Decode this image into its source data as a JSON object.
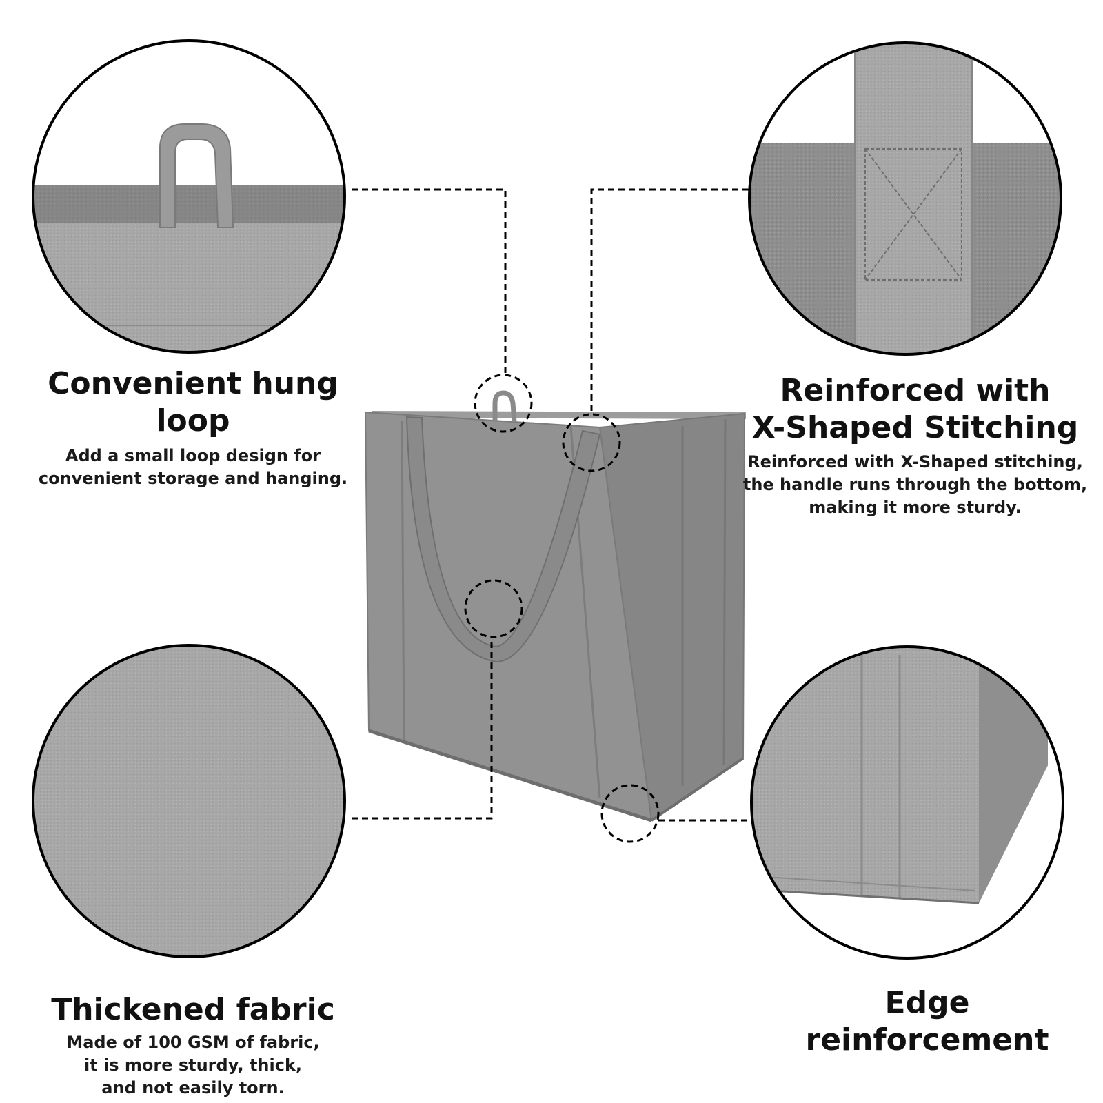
{
  "colors": {
    "fabric": "#8d8d8d",
    "fabric_dark": "#737373",
    "fabric_light": "#a5a5a5",
    "outline": "#000000",
    "background": "#ffffff"
  },
  "features": {
    "loop": {
      "title": "Convenient hung loop",
      "desc_lines": [
        "Add a small  loop  design for",
        "convenient storage and hanging."
      ]
    },
    "stitching": {
      "title_lines": [
        "Reinforced with",
        "X-Shaped Stitching"
      ],
      "desc_lines": [
        "Reinforced with X-Shaped stitching,",
        "the handle runs through the bottom,",
        "making it more sturdy."
      ]
    },
    "fabric": {
      "title": "Thickened fabric",
      "desc_lines": [
        "Made of 100 GSM of fabric,",
        "it is more sturdy, thick,",
        "and not easily torn."
      ]
    },
    "edge": {
      "title": "Edge reinforcement"
    }
  }
}
